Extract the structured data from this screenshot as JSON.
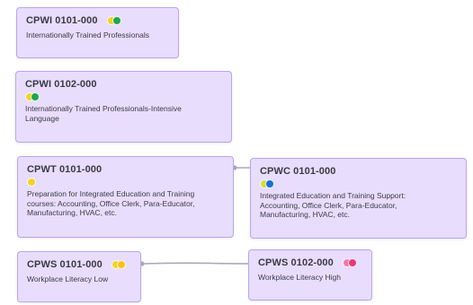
{
  "nodes": [
    {
      "id": "cpwi-0101",
      "code": "CPWI 0101-000",
      "dots_inline": true,
      "dots": [
        "yellow",
        "green"
      ],
      "lines": [
        "Internationally Trained Professionals"
      ]
    },
    {
      "id": "cpwi-0102",
      "code": "CPWI 0102-000",
      "dots_inline": false,
      "dots": [
        "yellow",
        "green"
      ],
      "lines": [
        "Internationally Trained Professionals-Intensive",
        "Language"
      ]
    },
    {
      "id": "cpwt-0101",
      "code": "CPWT 0101-000",
      "dots_inline": false,
      "dots": [
        "yellow"
      ],
      "lines": [
        "Preparation for Integrated Education and Training",
        "courses: Accounting, Office Clerk, Para-Educator,",
        "Manufacturing, HVAC, etc."
      ]
    },
    {
      "id": "cpwc-0101",
      "code": "CPWC 0101-000",
      "dots_inline": false,
      "dots": [
        "yellow-green",
        "blue"
      ],
      "lines": [
        "Integrated Education and Training Support:",
        "Accounting, Office Clerk, Para-Educator,",
        "Manufacturing, HVAC, etc."
      ]
    },
    {
      "id": "cpws-0101",
      "code": "CPWS 0101-000",
      "dots_inline": true,
      "dots": [
        "yellow",
        "amber"
      ],
      "lines": [
        "Workplace Literacy Low"
      ]
    },
    {
      "id": "cpws-0102",
      "code": "CPWS 0102-000",
      "dots_inline": true,
      "dots": [
        "pink",
        "magenta"
      ],
      "lines": [
        "Workplace Literacy High"
      ]
    }
  ],
  "edges": [
    {
      "from": "cpwt-0101",
      "to": "cpwc-0101"
    },
    {
      "from": "cpws-0101",
      "to": "cpws-0102"
    }
  ],
  "colors": {
    "yellow": "#f2d32a",
    "green": "#1fa64a",
    "yellow-green": "#d6dc3a",
    "blue": "#1b6fd1",
    "amber": "#f7c21a",
    "pink": "#f27aa6",
    "magenta": "#e5397a",
    "connector": "#a8aab8",
    "card_fill": "#e8ddfd",
    "card_border": "#b9a6ea"
  }
}
